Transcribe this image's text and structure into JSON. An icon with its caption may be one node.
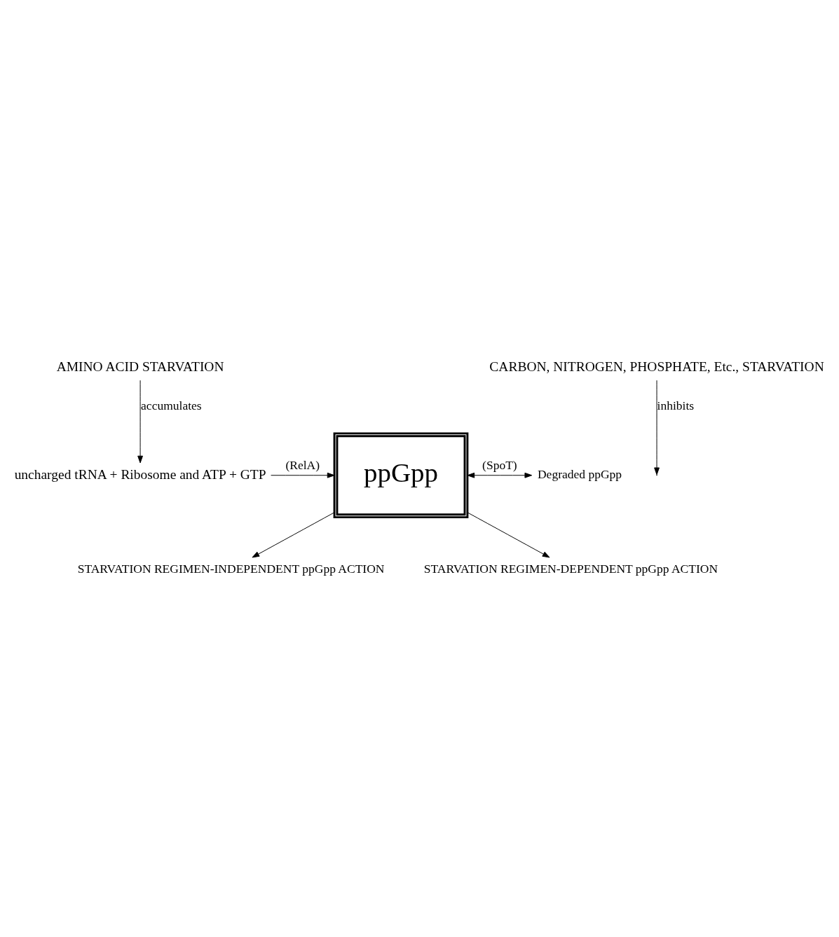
{
  "diagram": {
    "nodes": [
      {
        "text": [
          "AMINO ACID STARVATION"
        ]
      },
      {
        "text": [
          "CARBON, NITROGEN, PHOSPHATE, Etc., STARVATION"
        ]
      },
      {
        "text": [
          "uncharged tRNA + Ribosome and ATP + GTP"
        ]
      },
      {
        "text": [
          "ppGpp"
        ]
      },
      {
        "text": [
          "Degraded ppGpp"
        ]
      },
      {
        "text": [
          "STARVATION REGIMEN-INDEPENDENT ppGpp ACTION"
        ]
      },
      {
        "text": [
          "STARVATION REGIMEN-DEPENDENT ppGpp ACTION"
        ]
      }
    ],
    "edges": [
      {
        "from": 0,
        "to": 2,
        "arrow": "to",
        "label": "accumulates"
      },
      {
        "from": 1,
        "to": null,
        "arrow": "to",
        "label": "inhibits"
      },
      {
        "from": 2,
        "to": 3,
        "arrow": "to",
        "label": "(RelA)"
      },
      {
        "from": 3,
        "to": 4,
        "arrow": "both",
        "label": "(SpoT)"
      },
      {
        "from": 3,
        "to": 5,
        "arrow": "to"
      },
      {
        "from": 3,
        "to": 6,
        "arrow": "to"
      }
    ]
  }
}
